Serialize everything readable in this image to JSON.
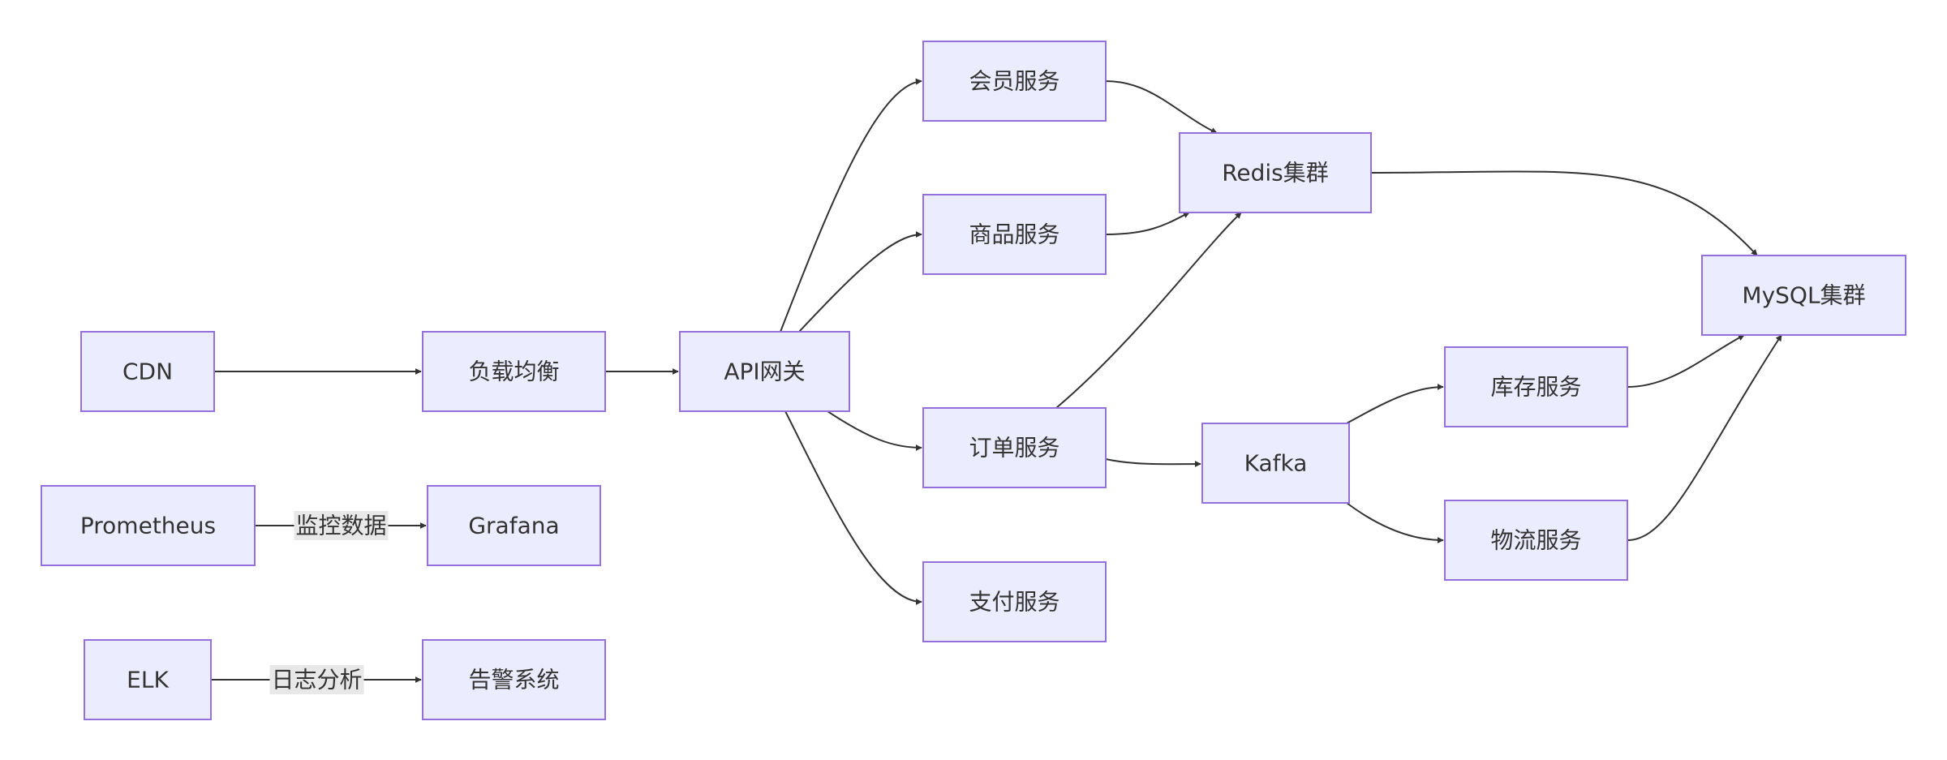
{
  "diagram": {
    "type": "flowchart",
    "direction": "LR",
    "colors": {
      "node_fill": "#ececff",
      "node_stroke": "#9370db",
      "edge": "#333333",
      "label_bg": "#e8e8e8",
      "text": "#333333"
    },
    "nodes": [
      {
        "id": "cdn",
        "label": "CDN"
      },
      {
        "id": "lb",
        "label": "负载均衡"
      },
      {
        "id": "gw",
        "label": "API网关"
      },
      {
        "id": "member",
        "label": "会员服务"
      },
      {
        "id": "product",
        "label": "商品服务"
      },
      {
        "id": "order",
        "label": "订单服务"
      },
      {
        "id": "pay",
        "label": "支付服务"
      },
      {
        "id": "redis",
        "label": "Redis集群"
      },
      {
        "id": "kafka",
        "label": "Kafka"
      },
      {
        "id": "stock",
        "label": "库存服务"
      },
      {
        "id": "logistics",
        "label": "物流服务"
      },
      {
        "id": "mysql",
        "label": "MySQL集群"
      },
      {
        "id": "prom",
        "label": "Prometheus"
      },
      {
        "id": "grafana",
        "label": "Grafana"
      },
      {
        "id": "elk",
        "label": "ELK"
      },
      {
        "id": "alert",
        "label": "告警系统"
      }
    ],
    "edges": [
      {
        "from": "cdn",
        "to": "lb",
        "label": ""
      },
      {
        "from": "lb",
        "to": "gw",
        "label": ""
      },
      {
        "from": "gw",
        "to": "member",
        "label": ""
      },
      {
        "from": "gw",
        "to": "product",
        "label": ""
      },
      {
        "from": "gw",
        "to": "order",
        "label": ""
      },
      {
        "from": "gw",
        "to": "pay",
        "label": ""
      },
      {
        "from": "member",
        "to": "redis",
        "label": ""
      },
      {
        "from": "product",
        "to": "redis",
        "label": ""
      },
      {
        "from": "order",
        "to": "redis",
        "label": ""
      },
      {
        "from": "order",
        "to": "kafka",
        "label": ""
      },
      {
        "from": "kafka",
        "to": "stock",
        "label": ""
      },
      {
        "from": "kafka",
        "to": "logistics",
        "label": ""
      },
      {
        "from": "redis",
        "to": "mysql",
        "label": ""
      },
      {
        "from": "stock",
        "to": "mysql",
        "label": ""
      },
      {
        "from": "logistics",
        "to": "mysql",
        "label": ""
      },
      {
        "from": "prom",
        "to": "grafana",
        "label": "监控数据"
      },
      {
        "from": "elk",
        "to": "alert",
        "label": "日志分析"
      }
    ]
  }
}
